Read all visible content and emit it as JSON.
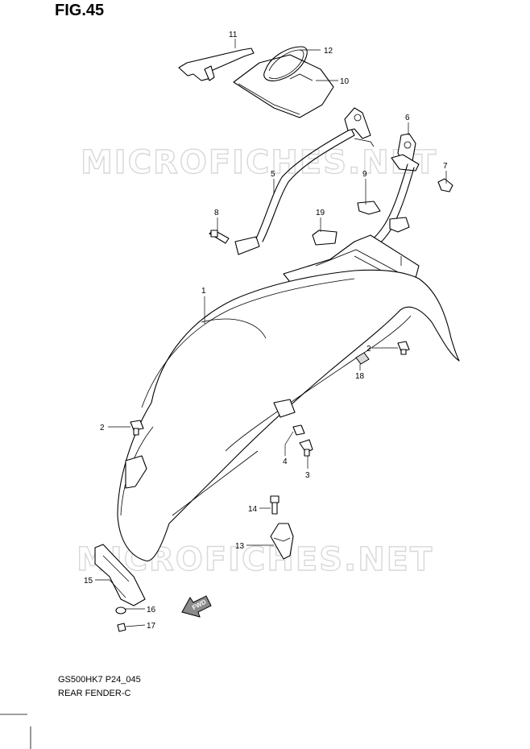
{
  "figure": {
    "title": "FIG.45"
  },
  "watermark": {
    "text": "MICROFICHES.NET"
  },
  "fwd_arrow": {
    "label": "FWD"
  },
  "footer": {
    "model_code": "GS500HK7 P24_045",
    "part_name": "REAR FENDER-C"
  },
  "callouts": {
    "p1": "1",
    "p2a": "2",
    "p2b": "2",
    "p3": "3",
    "p4": "4",
    "p5": "5",
    "p6": "6",
    "p7": "7",
    "p8": "8",
    "p9": "9",
    "p10": "10",
    "p11": "11",
    "p12": "12",
    "p13": "13",
    "p14": "14",
    "p15": "15",
    "p16": "16",
    "p17": "17",
    "p18": "18",
    "p19": "19"
  }
}
